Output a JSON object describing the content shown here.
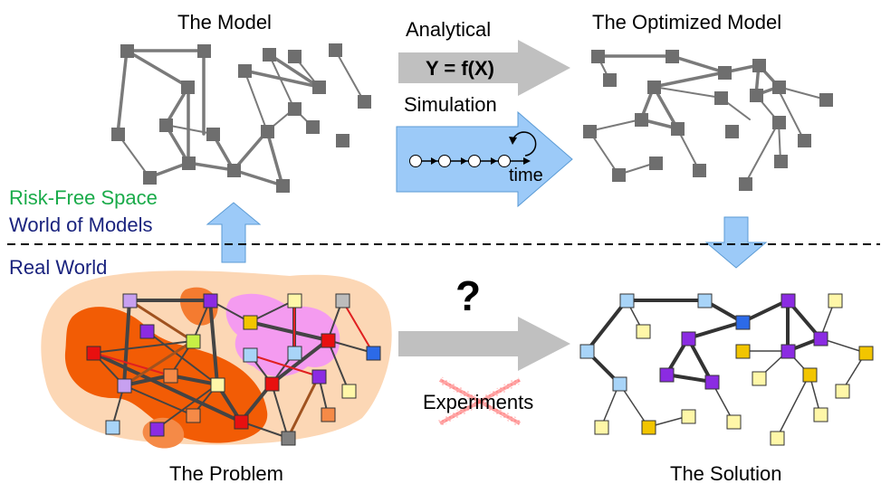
{
  "titles": {
    "model": "The Model",
    "optimized": "The Optimized Model",
    "problem": "The Problem",
    "solution": "The Solution"
  },
  "methods": {
    "analytical": "Analytical",
    "formula": "Y = f(X)",
    "simulation": "Simulation",
    "time": "time",
    "question": "?",
    "experiments": "Experiments"
  },
  "regions": {
    "risk_free": "Risk-Free Space",
    "world_of_models": "World of Models",
    "real_world": "Real World"
  },
  "colors": {
    "risk_free": "#1aab4a",
    "world": "#1a237e",
    "model_node": "#6e6e6e",
    "blue_arrow": "#9ccaf8",
    "gray_arrow": "#c0c0c0",
    "cross": "#ff5a5a",
    "blob_light": "#fcd7b5",
    "blob_dark": "#f25c05",
    "blob_pink": "#f49bf0"
  }
}
